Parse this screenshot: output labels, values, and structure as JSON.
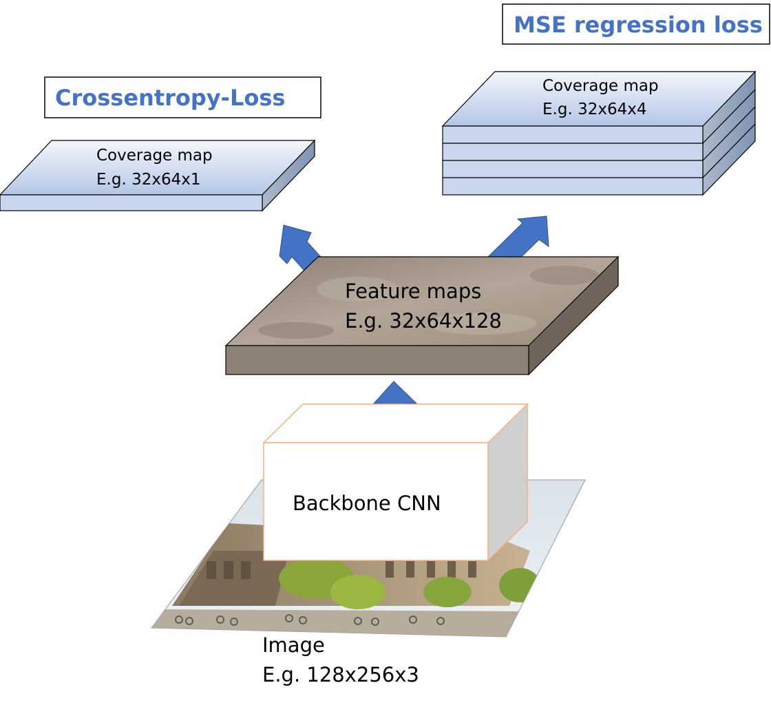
{
  "losses": {
    "left": "Crossentropy-Loss",
    "right": "MSE regression loss"
  },
  "coverage_left": {
    "title": "Coverage map",
    "size": "E.g. 32x64x1"
  },
  "coverage_right": {
    "title": "Coverage map",
    "size": "E.g. 32x64x4"
  },
  "feature_maps": {
    "title": "Feature maps",
    "size": "E.g. 32x64x128"
  },
  "backbone": {
    "label": "Backbone CNN"
  },
  "image": {
    "title": "Image",
    "size": "E.g. 128x256x3"
  },
  "colors": {
    "loss_text": "#4472c4",
    "arrow": "#4472c4",
    "backbone_border": "#f4b183",
    "coverage_top": "#dae3f3",
    "coverage_side": "#8497b0",
    "feature_top": "#a39584",
    "feature_side": "#7e7266"
  }
}
